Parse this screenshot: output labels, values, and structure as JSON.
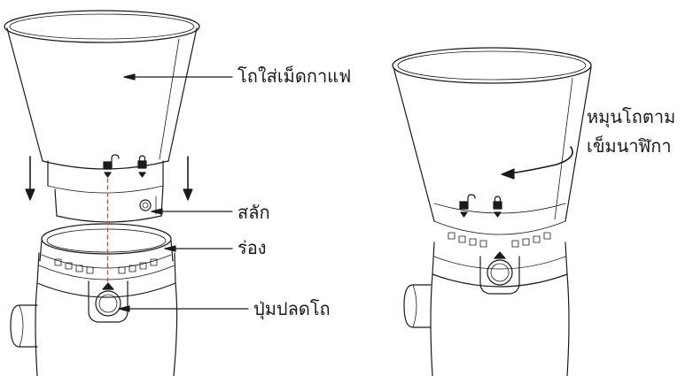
{
  "labels": {
    "hopper": "โถใส่เม็ดกาแฟ",
    "pin": "สลัก",
    "groove": "ร่อง",
    "release_button": "ปุ่มปลดโถ",
    "rotate_line1": "หมุนโถตาม",
    "rotate_line2": "เข็มนาฬิกา"
  },
  "icons": [
    "unlock-icon",
    "lock-icon",
    "down-arrow-icon",
    "up-triangle-icon",
    "rotate-arrow-icon"
  ],
  "colors": {
    "line": "#1a1a1a",
    "guide_dashed": "#d4453a",
    "background": "#ffffff"
  }
}
